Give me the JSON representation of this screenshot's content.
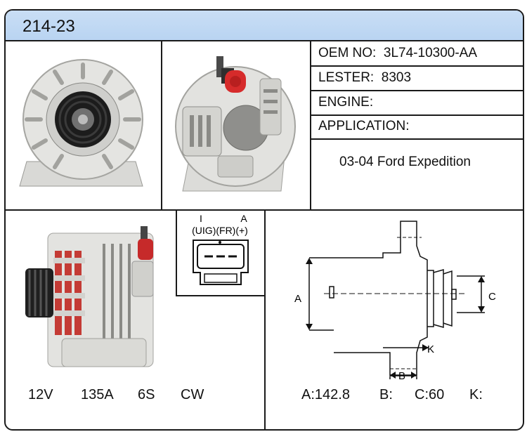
{
  "part_number": "214-23",
  "info": {
    "oem_label": "OEM NO:",
    "oem_value": "3L74-10300-AA",
    "lester_label": "LESTER:",
    "lester_value": "8303",
    "engine_label": "ENGINE:",
    "engine_value": "",
    "application_label": "APPLICATION:",
    "application_value": "03-04 Ford Expedition"
  },
  "connector": {
    "top_left": "I",
    "top_right": "A",
    "bottom": "(UIG)(FR)(+)"
  },
  "specs": {
    "voltage": "12V",
    "amperage": "135A",
    "pulley": "6S",
    "rotation": "CW"
  },
  "dimensions": {
    "a": "A:142.8",
    "b": "B:",
    "c": "C:60",
    "k": "K:",
    "label_a": "A",
    "label_b": "B",
    "label_c": "C",
    "label_k": "K"
  }
}
